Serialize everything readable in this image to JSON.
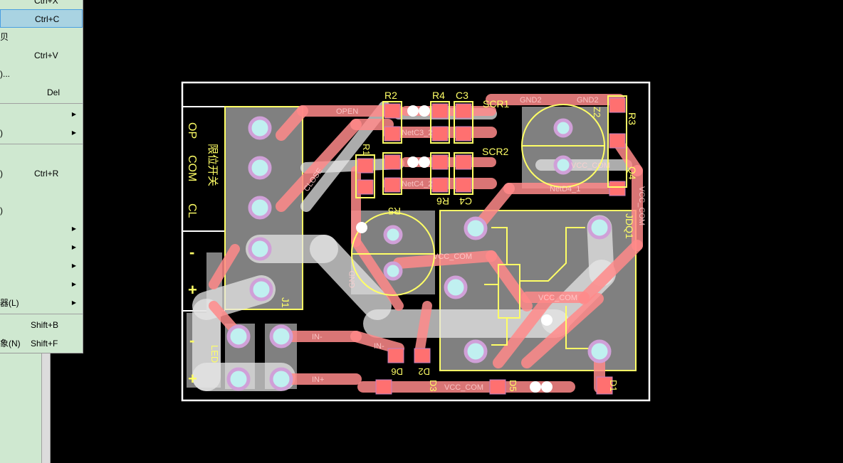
{
  "menu": {
    "items": [
      {
        "label": "",
        "shortcut": "Ctrl+X"
      },
      {
        "label": "",
        "shortcut": "Ctrl+C",
        "highlighted": true
      },
      {
        "label": "贝",
        "shortcut": ""
      },
      {
        "label": "",
        "shortcut": "Ctrl+V"
      },
      {
        "label": ")...",
        "shortcut": ""
      },
      {
        "label": "",
        "shortcut": "Del"
      },
      {
        "label": "",
        "shortcut": "",
        "submenu": true
      },
      {
        "label": ")",
        "shortcut": "",
        "submenu": true
      },
      {
        "label": "",
        "shortcut": ""
      },
      {
        "label": ")",
        "shortcut": "Ctrl+R"
      },
      {
        "label": "",
        "shortcut": ""
      },
      {
        "label": ")",
        "shortcut": ""
      },
      {
        "label": "",
        "shortcut": "",
        "submenu": true
      },
      {
        "label": "",
        "shortcut": "",
        "submenu": true
      },
      {
        "label": "",
        "shortcut": "",
        "submenu": true
      },
      {
        "label": "",
        "shortcut": "",
        "submenu": true
      },
      {
        "label": "器(L)",
        "shortcut": "",
        "submenu": true
      },
      {
        "label": "",
        "shortcut": "Shift+B"
      },
      {
        "label": "象(N)",
        "shortcut": "Shift+F"
      }
    ],
    "submenu_arrow": "▶"
  },
  "pcb": {
    "silkscreen": {
      "op": "OP",
      "com": "COM",
      "cl": "CL",
      "limit_switch": "限位开关",
      "minus1": "-",
      "plus1": "+",
      "minus2": "-",
      "plus2": "+",
      "led": "LED",
      "j1": "J1",
      "r1": "R1",
      "r2": "R2",
      "r3": "R3",
      "r4": "R4",
      "r5": "R5",
      "r6": "R6",
      "c3": "C3",
      "c4": "C4",
      "scr1": "SCR1",
      "scr2": "SCR2",
      "z2": "Z2",
      "q4": "Q4",
      "jdq1": "JDQ1",
      "d1": "D1",
      "d2": "D2",
      "d3": "D3",
      "d5": "D5",
      "d6": "D6"
    },
    "nets": {
      "open": "OPEN",
      "netc3": "NetC3_2",
      "netc4": "NetC4_2",
      "gnd2a": "GND2",
      "gnd2b": "GND2",
      "vcc1": "VCC_COM",
      "vcc2": "VCC_COM",
      "vcc3": "VCC_COM",
      "vcc4": "VCC_COM",
      "vcc5": "VCC_COM",
      "netd4": "NetD4_1",
      "in_minus": "IN-",
      "in_minus2": "IN-",
      "in_plus": "IN+",
      "close": "CLOSE",
      "gnd": "GND"
    },
    "colors": {
      "board_outline": "#ffffff",
      "silk": "#ffff66",
      "trace": "#ff8080",
      "component": "#808080",
      "pad": "#c0f0f0"
    }
  }
}
